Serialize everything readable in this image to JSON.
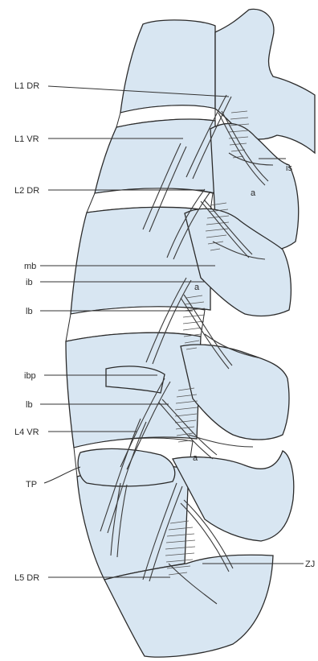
{
  "labels": {
    "l1_dr": "L1 DR",
    "l1_vr": "L1 VR",
    "l2_dr": "L2 DR",
    "mb": "mb",
    "ib_1": "ib",
    "lb_1": "lb",
    "ibp": "ibp",
    "lb_2": "lb",
    "l4_vr": "L4 VR",
    "tp": "TP",
    "l5_dr": "L5 DR",
    "is": "is",
    "a_1": "a",
    "a_2": "a",
    "a_3": "a",
    "za": "ZJ"
  }
}
